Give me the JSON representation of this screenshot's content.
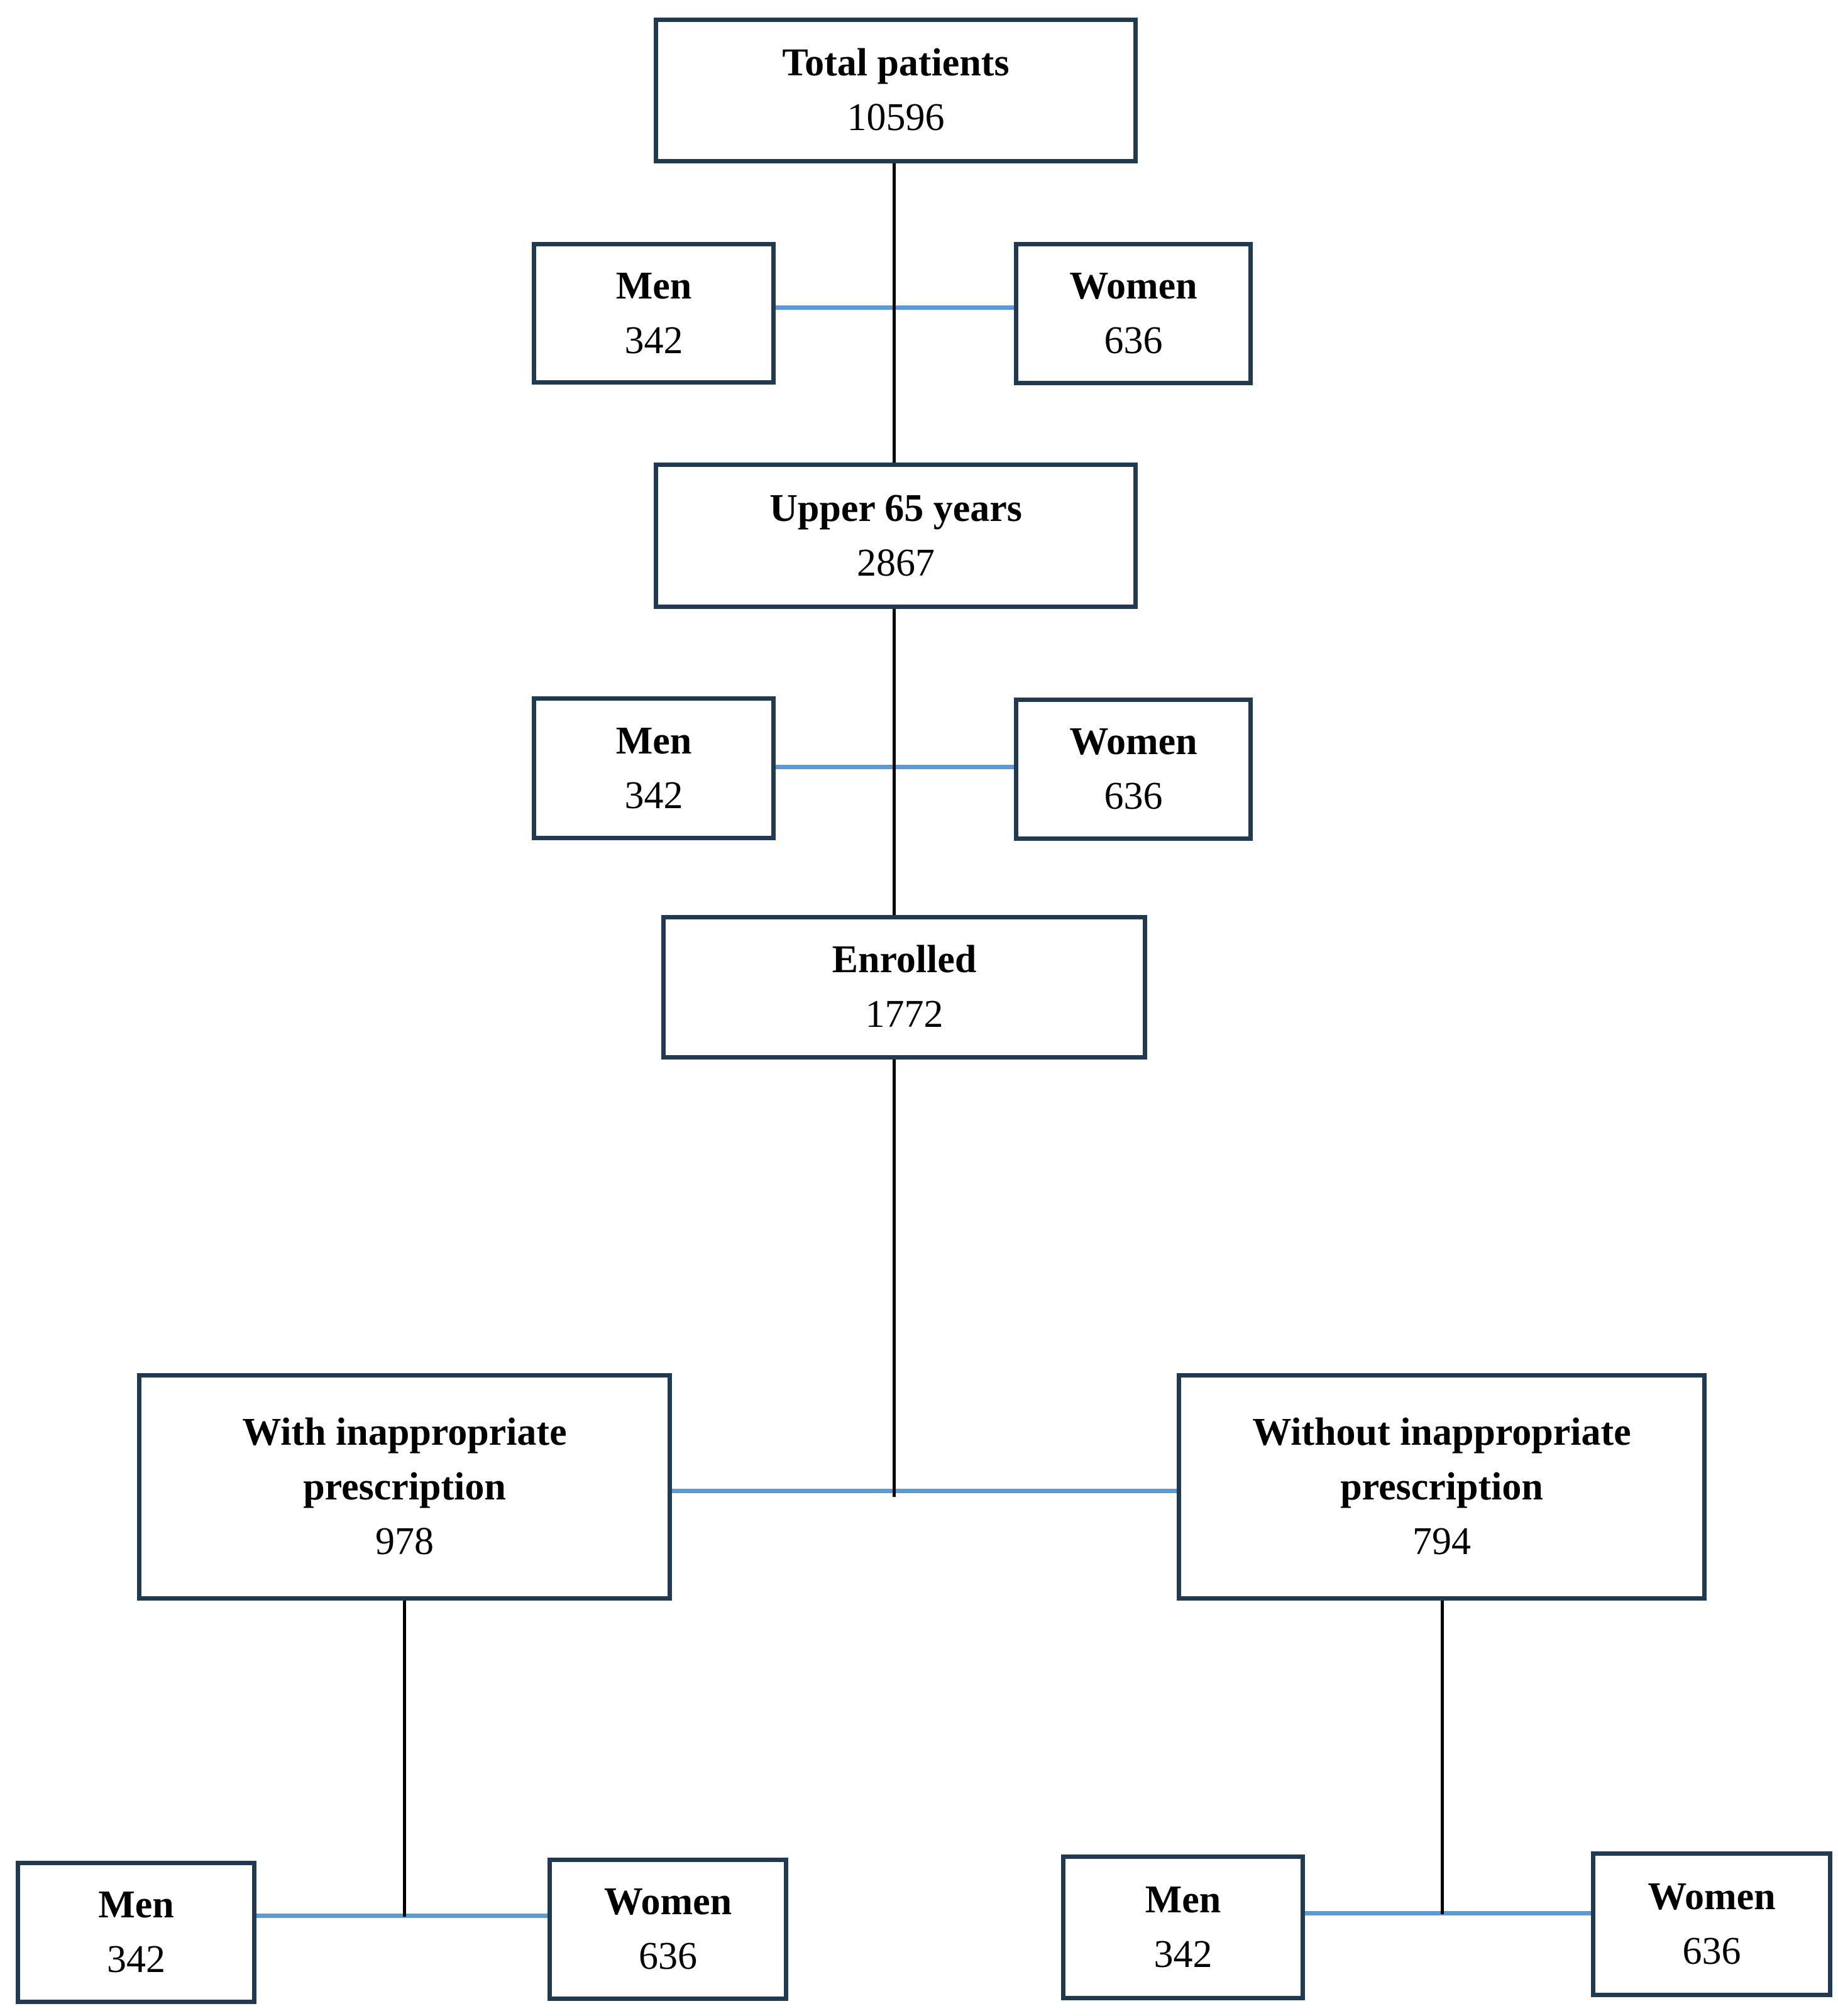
{
  "page": {
    "type": "study-flow-diagram",
    "background": "#ffffff"
  },
  "styles": {
    "box_border_color": "#203a52",
    "blue_connector_color": "#5b9bd5",
    "black_connector_color": "#000000",
    "text_color": "#000000"
  },
  "boxes": {
    "total_patients": {
      "label": "Total patients",
      "value": "10596"
    },
    "men_row2": {
      "label": "Men",
      "value": "342"
    },
    "women_row2": {
      "label": "Women",
      "value": "636"
    },
    "upper_65": {
      "label": "Upper 65 years",
      "value": "2867"
    },
    "men_row4": {
      "label": "Men",
      "value": "342"
    },
    "women_row4": {
      "label": "Women",
      "value": "636"
    },
    "enrolled": {
      "label": "Enrolled",
      "value": "1772"
    },
    "with_rx": {
      "label_lines": [
        "With inappropriate",
        "prescription"
      ],
      "value": "978"
    },
    "without_rx": {
      "label_lines": [
        "Without inappropriate",
        "prescription"
      ],
      "value": "794"
    },
    "men_bottom_left": {
      "label": "Men",
      "value": "342"
    },
    "women_bottom_left": {
      "label": "Women",
      "value": "636"
    },
    "men_bottom_right": {
      "label": "Men",
      "value": "342"
    },
    "women_bottom_right": {
      "label": "Women",
      "value": "636"
    }
  }
}
